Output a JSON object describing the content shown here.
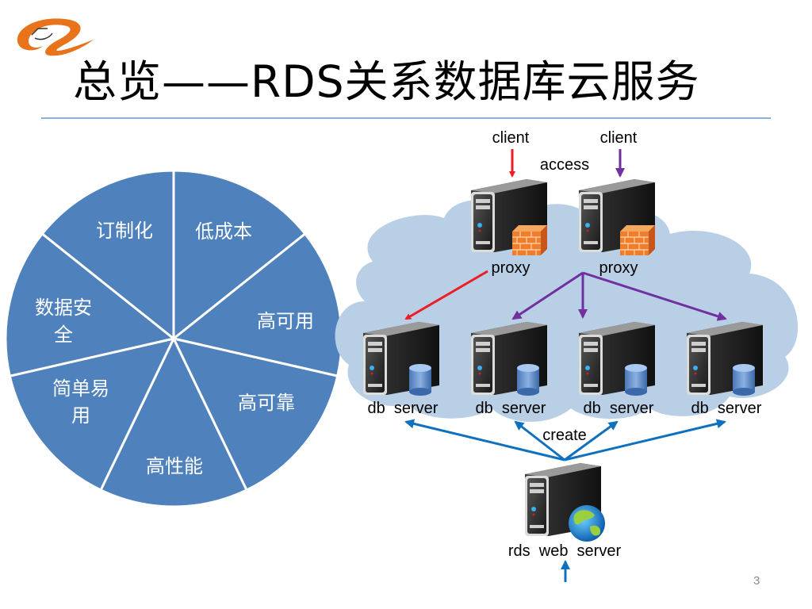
{
  "slide": {
    "title": "总览——RDS关系数据库云服务",
    "page_number": "3",
    "logo": "alibaba-logo-icon"
  },
  "colors": {
    "pie_fill": "#4f81bd",
    "cloud_fill": "#b9cfe6",
    "rule": "#8fb0d6",
    "arrow_red": "#ee1c25",
    "arrow_purple": "#7030a0",
    "arrow_blue": "#0f70c0",
    "logo_orange": "#e8731a"
  },
  "features_pie": {
    "segments": [
      {
        "label_lines": [
          "低成本"
        ]
      },
      {
        "label_lines": [
          "高可用"
        ]
      },
      {
        "label_lines": [
          "高可靠"
        ]
      },
      {
        "label_lines": [
          "高性能"
        ]
      },
      {
        "label_lines": [
          "简单易",
          "用"
        ]
      },
      {
        "label_lines": [
          "数据安",
          "全"
        ]
      },
      {
        "label_lines": [
          "订制化"
        ]
      }
    ]
  },
  "architecture": {
    "clients": [
      "client",
      "client"
    ],
    "access_label": "access",
    "proxies": [
      "proxy",
      "proxy"
    ],
    "db_servers": [
      "db  server",
      "db  server",
      "db  server",
      "db  server"
    ],
    "create_label": "create",
    "web_server": "rds  web  server"
  }
}
